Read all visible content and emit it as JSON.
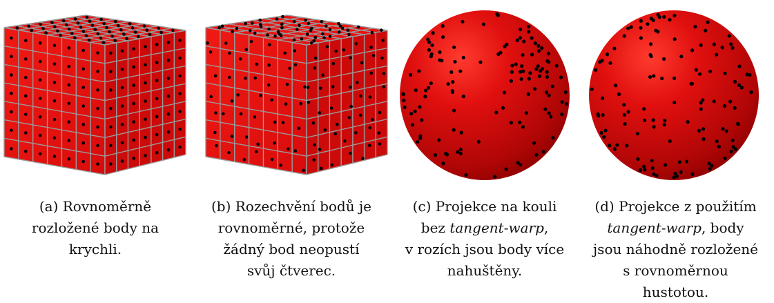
{
  "figure": {
    "panels": [
      {
        "id": "a",
        "kind": "cube",
        "points": "grid",
        "caption": [
          [
            {
              "t": "(a) Rovnoměrně"
            }
          ],
          [
            {
              "t": "rozložené body na"
            }
          ],
          [
            {
              "t": "krychli."
            }
          ]
        ]
      },
      {
        "id": "b",
        "kind": "cube",
        "points": "jittered",
        "caption": [
          [
            {
              "t": "(b) Rozechvění bodů je"
            }
          ],
          [
            {
              "t": "rovnoměrné, protože"
            }
          ],
          [
            {
              "t": "žádný bod neopustí"
            }
          ],
          [
            {
              "t": "svůj čtverec."
            }
          ]
        ]
      },
      {
        "id": "c",
        "kind": "sphere",
        "points": "clustered",
        "caption": [
          [
            {
              "t": "(c) Projekce na kouli"
            }
          ],
          [
            {
              "t": "bez "
            },
            {
              "t": "tangent-warp",
              "i": true
            },
            {
              "t": ","
            }
          ],
          [
            {
              "t": "v rozích jsou body více"
            }
          ],
          [
            {
              "t": "nahuštěny."
            }
          ]
        ]
      },
      {
        "id": "d",
        "kind": "sphere",
        "points": "uniform",
        "caption": [
          [
            {
              "t": "(d) Projekce z použitím"
            }
          ],
          [
            {
              "t": "tangent-warp",
              "i": true
            },
            {
              "t": ", body"
            }
          ],
          [
            {
              "t": "jsou náhodně rozložené"
            }
          ],
          [
            {
              "t": "s rovnoměrnou"
            }
          ],
          [
            {
              "t": "hustotou."
            }
          ]
        ]
      }
    ],
    "colors": {
      "surface": "#e0100f",
      "surface_dark": "#8a0000",
      "grid": "#9a9a9a",
      "dot": "#000000"
    }
  }
}
